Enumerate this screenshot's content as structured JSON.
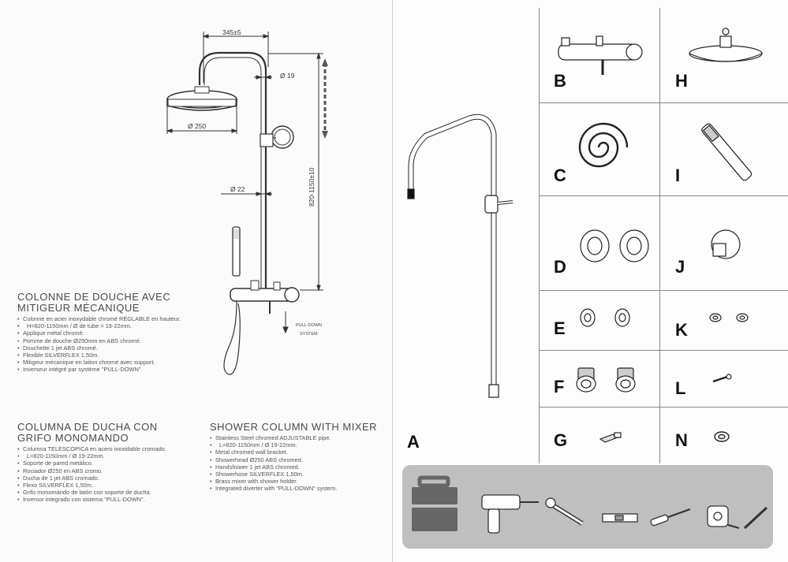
{
  "left_page": {
    "dimensions": {
      "width_top": "345±5",
      "pipe_diameter": "Ø 19",
      "showerhead_diameter": "Ø 250",
      "bar_diameter": "Ø 22",
      "height_range": "820-1150±10",
      "pulldown_line1": "PULL-DOWN",
      "pulldown_line2": "SYSTEM"
    },
    "french": {
      "title_line1": "COLONNE DE DOUCHE AVEC",
      "title_line2": "MITIGEUR MÉCANIQUE",
      "items": [
        "Colonne en acier inoxydable chromé RÉGLABLE en hauteur.",
        "H=820-1150mm / Ø de tube = 19-22mm.",
        "Applique métal chromé.",
        "Pomme de douche Ø250mm en ABS chromé.",
        "Douchette 1 jet ABS chromé.",
        "Flexible SILVERFLEX 1,50m.",
        "Mitigeur mécanique en laiton chromé avec support.",
        "Inverseur intégré par système \"PULL-DOWN\"."
      ]
    },
    "spanish": {
      "title_line1": "COLUMNA DE DUCHA CON",
      "title_line2": "GRIFO MONOMANDO",
      "items": [
        "Columna TELESCOPICA en acero inoxidable cromado.",
        "L=820-1150mm / Ø 19-22mm.",
        "Soporte de pared metálico.",
        "Rociador Ø250 en ABS cromo.",
        "Ducha de 1 jet ABS cromado.",
        "Flexo SILVERFLEX 1,50m.",
        "Grifo monomando de latón con soporte de ducha.",
        "Inversor integrado con sistema \"PULL-DOWN\"."
      ]
    },
    "english": {
      "title_line1": "SHOWER COLUMN WITH MIXER",
      "items": [
        "Stainless Steel chromed ADJUSTABLE pipe.",
        "L=820-1150mm / Ø 19-22mm.",
        "Metal chromed wall bracket.",
        "Showerhead Ø250 ABS chromed.",
        "Handshower 1 jet ABS chromed.",
        "Showerhose SILVERFLEX 1,50m.",
        "Brass mixer with shower holder.",
        "Integrated diverter with \"PULL-DOWN\" system."
      ]
    }
  },
  "right_page": {
    "parts": {
      "A": "A",
      "B": "B",
      "C": "C",
      "D": "D",
      "E": "E",
      "F": "F",
      "G": "G",
      "H": "H",
      "I": "I",
      "J": "J",
      "K": "K",
      "L": "L",
      "N": "N"
    },
    "tools": [
      "toolbox-icon",
      "drill-icon",
      "wrench-icon",
      "level-icon",
      "screwdriver-icon",
      "tape-measure-icon",
      "pencil-icon"
    ]
  }
}
